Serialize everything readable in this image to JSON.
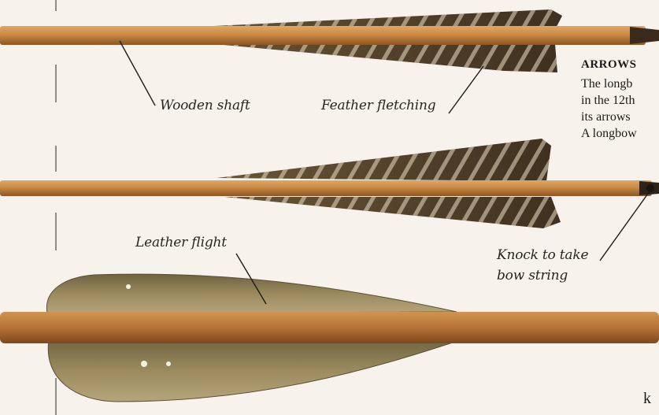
{
  "labels": {
    "wooden_shaft": "Wooden shaft",
    "feather_fletching": "Feather fletching",
    "leather_flight": "Leather flight",
    "knock_line1": "Knock to take",
    "knock_line2": "bow string"
  },
  "sidebar": {
    "heading": "ARROWS",
    "lines": [
      "The longb",
      "in the 12th",
      "its arrows",
      "A longbow"
    ]
  },
  "page_fragment": "k",
  "colors": {
    "paper": "#f7f3ec",
    "shaft": "#c98a45",
    "shaft_dark": "#9a5e28",
    "feather_dark": "#4a3a28",
    "leather": "#8a7a52"
  }
}
